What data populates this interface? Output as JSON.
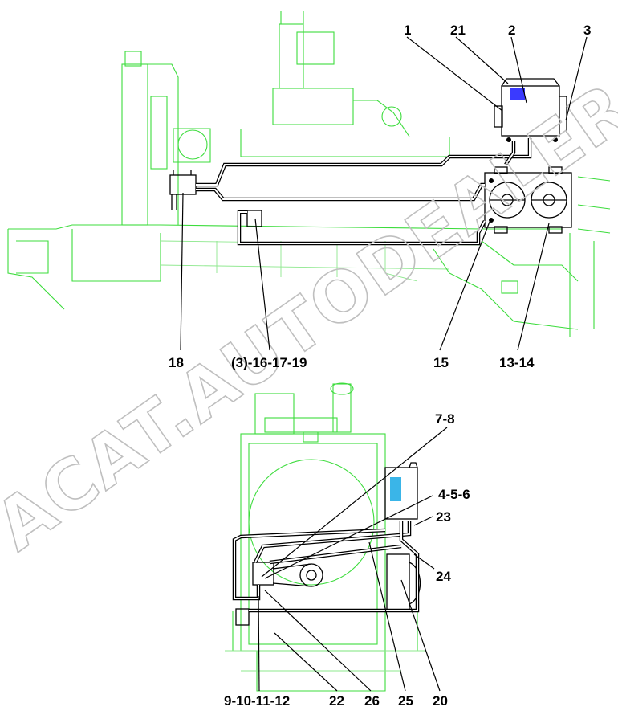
{
  "watermark": {
    "text": "ACAT.AUTODEALER.RU"
  },
  "callouts": {
    "c1": "1",
    "c21": "21",
    "c2": "2",
    "c3": "3",
    "c18": "18",
    "c3_16_17_19": "(3)-16-17-19",
    "c15": "15",
    "c13_14": "13-14",
    "c7_8": "7-8",
    "c4_5_6": "4-5-6",
    "c23": "23",
    "c24": "24",
    "c9_10_11_12": "9-10-11-12",
    "c22": "22",
    "c26": "26",
    "c25": "25",
    "c20": "20"
  },
  "colors": {
    "frame_lines": "#3ddc3d",
    "hoses": "#000000",
    "reservoir_window": "#3a3aff",
    "tank_window": "#3ab5e8",
    "watermark": "#bfbfbf"
  }
}
